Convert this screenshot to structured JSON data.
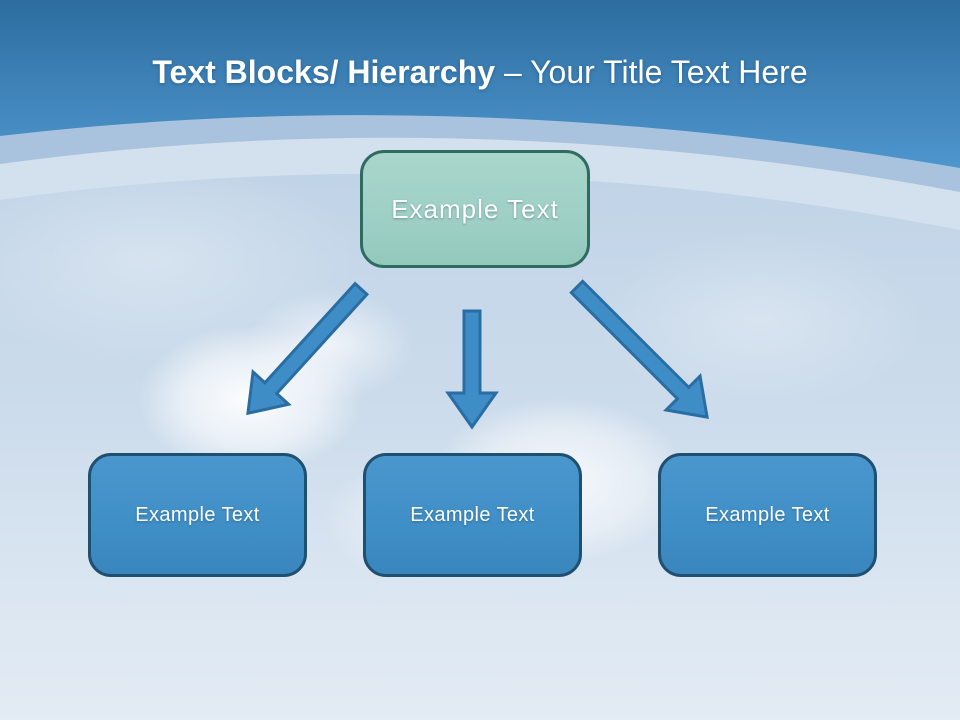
{
  "title": {
    "bold": "Text Blocks/ Hierarchy",
    "regular": "– Your Title Text Here"
  },
  "hierarchy": {
    "root": {
      "label": "Example Text"
    },
    "children": [
      {
        "label": "Example Text"
      },
      {
        "label": "Example Text"
      },
      {
        "label": "Example Text"
      }
    ],
    "arrows": [
      "down-left",
      "down",
      "down-right"
    ]
  },
  "colors": {
    "header_top": "#2D6D9F",
    "header_bottom": "#4E96CE",
    "band_mid": "#A9C3DE",
    "band_light": "#D3E0EE",
    "sky_top": "#AFC8E0",
    "sky_bottom": "#E3EBF4",
    "root_fill": "#9CCEC4",
    "root_fill_light": "#A9D6CB",
    "root_border": "#2F6B5E",
    "child_fill": "#3F8EC6",
    "child_fill_light": "#4997CD",
    "child_border": "#20506F",
    "arrow_fill": "#3F8DC6",
    "arrow_border": "#2A6DA2",
    "title_text": "#FFFFFF",
    "box_text": "#FFFFFF"
  }
}
